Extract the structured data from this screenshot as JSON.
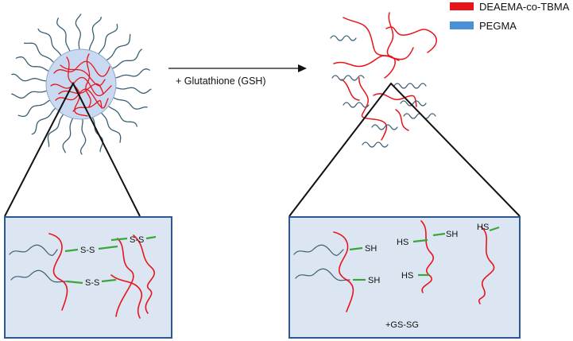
{
  "legend": {
    "items": [
      {
        "label": "DEAEMA-co-TBMA",
        "color": "#e8141b"
      },
      {
        "label": "PEGMA",
        "color": "#4a90d6"
      }
    ]
  },
  "reaction": {
    "label": "+ Glutathione (GSH)"
  },
  "left_inset": {
    "bonds": [
      "S-S",
      "S-S",
      "S-S"
    ]
  },
  "right_inset": {
    "thiols": [
      "SH",
      "SH",
      "HS",
      "SH",
      "HS",
      "HS"
    ],
    "byproduct": "+GS-SG"
  },
  "colors": {
    "polymer_red": "#e8141b",
    "peg_chain": "#3b5f73",
    "linker_green": "#3aa53a",
    "inset_fill": "#dce6f2",
    "inset_border": "#2b5797",
    "particle_fill": "#c9d9f2"
  }
}
